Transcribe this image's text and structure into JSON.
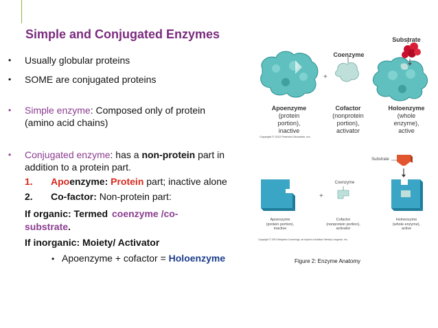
{
  "slide": {
    "title": "Simple and Conjugated Enzymes",
    "bullets": [
      {
        "text": "Usually globular proteins"
      },
      {
        "text": "SOME are conjugated proteins"
      },
      {
        "lead": "Simple enzyme",
        "rest": ": Composed only of protein",
        "line2": "(amino acid chains)"
      },
      {
        "lead": "Conjugated enzyme",
        "rest": ": has a ",
        "bold": "non-protein",
        "rest2": " part in",
        "line2": "addition to a protein part."
      }
    ],
    "sub1": {
      "num": "1.",
      "apo": "Apo",
      "enzyme": "enzyme:",
      "protein": "Protein",
      "rest": " part; inactive alone"
    },
    "sub2": {
      "num": "2.",
      "label": "Co-factor:",
      "rest": "  Non-protein part:"
    },
    "organic": {
      "prefix": "If organic: Termed",
      "term_line1": "coenzyme /co-",
      "term_line2": "substrate",
      "period": "."
    },
    "inorganic": {
      "text": "If  inorganic: Moiety/ Activator"
    },
    "equation": {
      "bullet": "•",
      "text": "Apoenzyme + cofactor = ",
      "result": "Holoenzyme"
    },
    "bullet_char": "•"
  },
  "figure": {
    "top": {
      "substrate": "Substrate",
      "coenzyme": "Coenzyme",
      "plus": "+",
      "arrow": "→",
      "apo_label": [
        "Apoenzyme",
        "(protein",
        "portion),",
        "inactive"
      ],
      "cof_label": [
        "Cofactor",
        "(nonprotein",
        "portion),",
        "activator"
      ],
      "holo_label": [
        "Holoenzyme",
        "(whole",
        "enzyme),",
        "active"
      ],
      "copyright": "Copyright © 2012 Pearson Education, Inc."
    },
    "bottom": {
      "substrate": "Substrate",
      "coenzyme": "Coenzyme",
      "plus": "+",
      "arrow": "→",
      "apo_label": [
        "Apoenzyme",
        "(protein portion),",
        "inactive"
      ],
      "cof_label": [
        "Cofactor",
        "(nonprotein portion),",
        "activator"
      ],
      "holo_label": [
        "Holoenzyme",
        "(whole enzyme),",
        "active"
      ],
      "copyright": "Copyright © 2001 Benjamin Cummings, an imprint of Addison Wesley Longman, Inc."
    },
    "caption": "Figure 2: Enzyme Anatomy",
    "colors": {
      "protein": "#5fc0bf",
      "protein_dark": "#2e8c8f",
      "cofactor": "#bfe0da",
      "substrate_red": "#c8102e",
      "substrate_orange": "#e2562f",
      "flat_blue": "#3aa5c4"
    }
  }
}
